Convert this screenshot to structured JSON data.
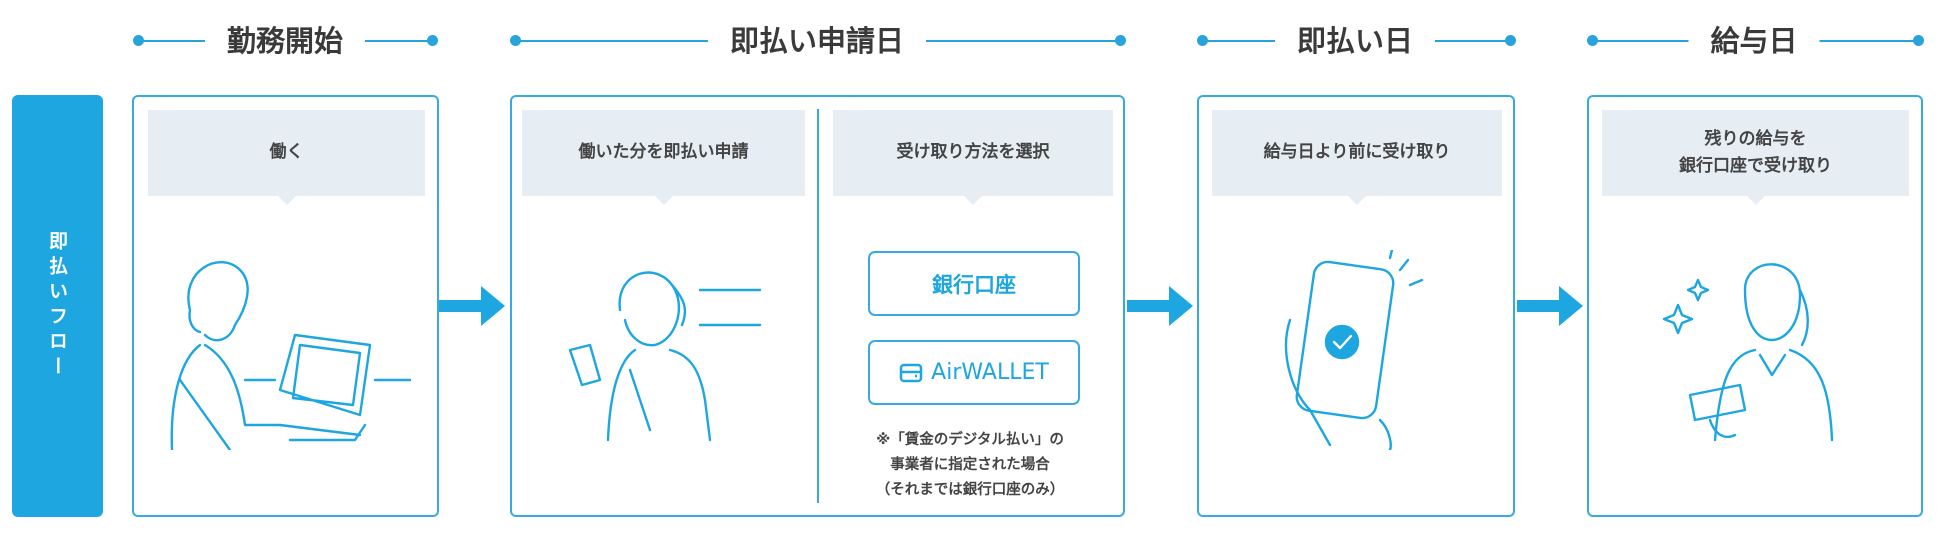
{
  "timeline": {
    "steps": [
      "勤務開始",
      "即払い申請日",
      "即払い日",
      "給与日"
    ]
  },
  "sidebar_label": "即払いフロー",
  "cards": {
    "work": {
      "header": "働く"
    },
    "apply": {
      "header": "働いた分を即払い申請"
    },
    "method": {
      "header": "受け取り方法を選択",
      "options": [
        "銀行口座",
        "AirWALLET"
      ],
      "note": [
        "※「賃金のデジタル払い」の",
        "事業者に指定された場合",
        "（それまでは銀行口座のみ）"
      ]
    },
    "receive": {
      "header": "給与日より前に受け取り"
    },
    "payday": {
      "header_lines": [
        "残りの給与を",
        "銀行口座で受け取り"
      ]
    }
  },
  "colors": {
    "accent": "#1ea6e0",
    "header_bg": "#e6eef4"
  }
}
